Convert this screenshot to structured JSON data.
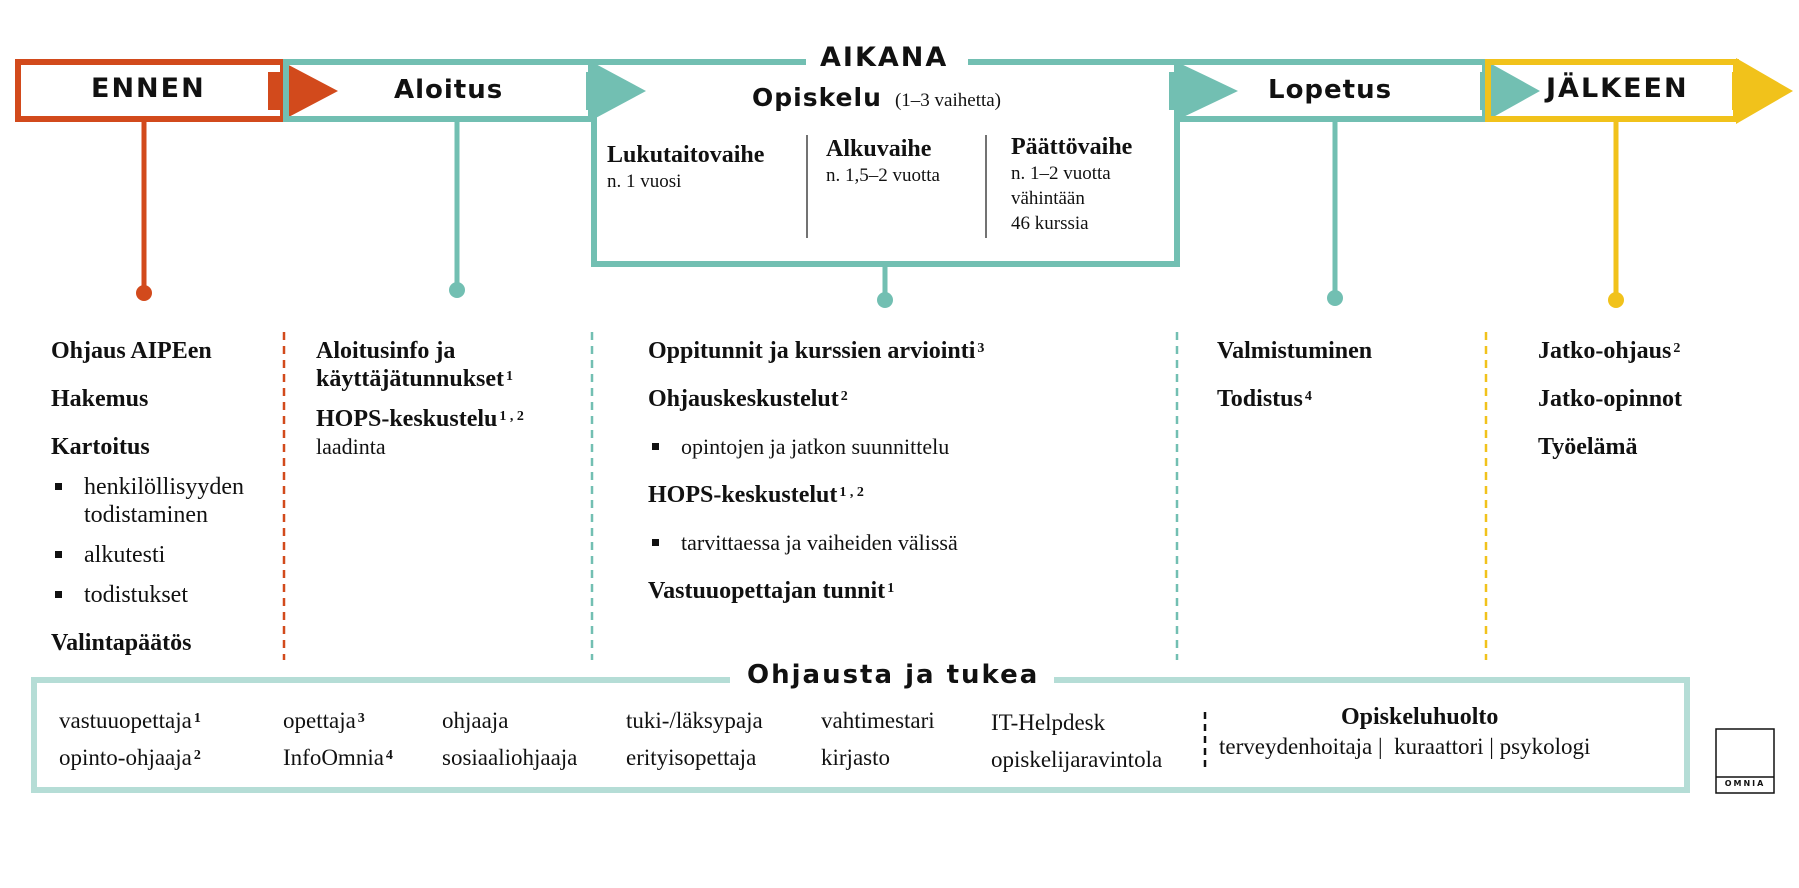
{
  "colors": {
    "ennen": "#d24a1c",
    "teal": "#72bfb2",
    "jalkeen": "#f1c21b",
    "support_border": "#b5ddd6",
    "text": "#111111"
  },
  "stages": {
    "ennen": "ENNEN",
    "aloitus": "Aloitus",
    "aikana": "AIKANA",
    "lopetus": "Lopetus",
    "jalkeen": "JÄLKEEN"
  },
  "opiskelu": {
    "title": "Opiskelu",
    "subtitle": "(1–3 vaihetta)",
    "phases": [
      {
        "name": "Lukutaitovaihe",
        "duration": [
          "n. 1 vuosi"
        ]
      },
      {
        "name": "Alkuvaihe",
        "duration": [
          "n. 1,5–2 vuotta"
        ]
      },
      {
        "name": "Päättövaihe",
        "duration": [
          "n. 1–2 vuotta",
          "vähintään",
          "46 kurssia"
        ]
      }
    ]
  },
  "ennen_col": {
    "items": [
      "Ohjaus AIPEen",
      "Hakemus",
      "Kartoitus"
    ],
    "bullets": [
      "henkilöllisyyden",
      "todistaminen",
      "alkutesti",
      "todistukset"
    ],
    "last": "Valintapäätös"
  },
  "aloitus_col": {
    "item1_line1": "Aloitusinfo ja",
    "item1_line2": "käyttäjätunnukset",
    "item1_sup": "1",
    "item2": "HOPS-keskustelu",
    "item2_sup": "1 , 2",
    "item2_line2": "laadinta"
  },
  "aikana_col": {
    "item1": "Oppitunnit ja kurssien arviointi",
    "item1_sup": "3",
    "item2": "Ohjauskeskustelut",
    "item2_sup": "2",
    "bullet1": "opintojen ja jatkon suunnittelu",
    "item3": "HOPS-keskustelut",
    "item3_sup": "1 , 2",
    "bullet2": "tarvittaessa ja vaiheiden välissä",
    "item4": "Vastuuopettajan tunnit",
    "item4_sup": "1"
  },
  "lopetus_col": {
    "item1": "Valmistuminen",
    "item2": "Todistus",
    "item2_sup": "4"
  },
  "jalkeen_col": {
    "item1": "Jatko-ohjaus",
    "item1_sup": "2",
    "item2": "Jatko-opinnot",
    "item3": "Työelämä"
  },
  "support": {
    "title": "Ohjausta ja tukea",
    "col1": [
      {
        "text": "vastuuopettaja",
        "sup": "1"
      },
      {
        "text": "opinto-ohjaaja",
        "sup": "2"
      }
    ],
    "col2": [
      {
        "text": "opettaja",
        "sup": "3"
      },
      {
        "text": "InfoOmnia",
        "sup": "4"
      }
    ],
    "col3": [
      "ohjaaja",
      "sosiaaliohjaaja"
    ],
    "col4": [
      "tuki-/läksypaja",
      "erityisopettaja"
    ],
    "col5": [
      "vahtimestari",
      "kirjasto"
    ],
    "col6": [
      "IT-Helpdesk",
      "opiskelijaravintola"
    ],
    "opiskeluhuolto_title": "Opiskeluhuolto",
    "opiskeluhuolto_roles": "terveydenhoitaja |  kuraattori | psykologi"
  },
  "logo": {
    "text": "OMNIA"
  }
}
